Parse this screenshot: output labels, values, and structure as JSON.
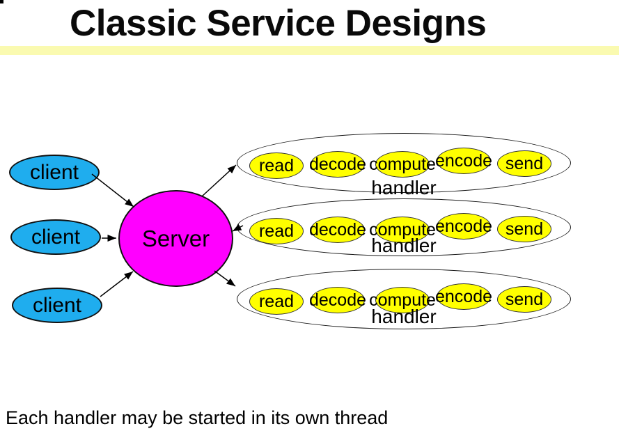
{
  "title": "Classic Service Designs",
  "footer": "Each handler may be started in its own thread",
  "clients": [
    {
      "label": "client"
    },
    {
      "label": "client"
    },
    {
      "label": "client"
    }
  ],
  "server": {
    "label": "Server"
  },
  "handlers": [
    {
      "label": "handler",
      "stages": [
        "read",
        "decode",
        "compute",
        "encode",
        "send"
      ]
    },
    {
      "label": "handler",
      "stages": [
        "read",
        "decode",
        "compute",
        "encode",
        "send"
      ]
    },
    {
      "label": "handler",
      "stages": [
        "read",
        "decode",
        "compute",
        "encode",
        "send"
      ]
    }
  ],
  "edges": [
    {
      "from": "client-1",
      "to": "server"
    },
    {
      "from": "client-2",
      "to": "server"
    },
    {
      "from": "client-3",
      "to": "server"
    },
    {
      "from": "server",
      "to": "handler-1"
    },
    {
      "from": "handler-2",
      "to": "server"
    },
    {
      "from": "server",
      "to": "handler-3"
    }
  ],
  "colors": {
    "client_fill": "#1FADEE",
    "server_fill": "#FF00FF",
    "stage_fill": "#FFFF00",
    "title_bar": "#FAFAB0",
    "outline": "#000000"
  }
}
